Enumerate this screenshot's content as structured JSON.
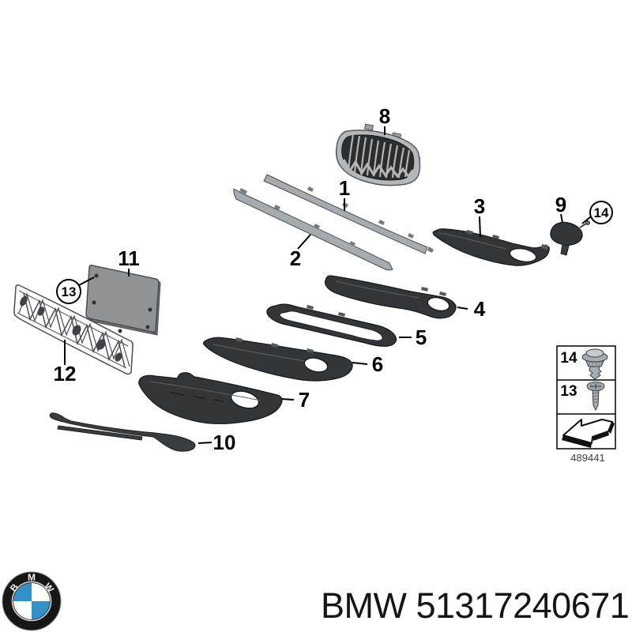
{
  "callouts": {
    "item1": "1",
    "item2": "2",
    "item3": "3",
    "item4": "4",
    "item5": "5",
    "item6": "6",
    "item7": "7",
    "item8": "8",
    "item9": "9",
    "item10": "10",
    "item11": "11",
    "item12": "12",
    "item13": "13",
    "item14": "14"
  },
  "hardware_box": {
    "row1_label": "14",
    "row2_label": "13",
    "diagram_code": "489441"
  },
  "footer": {
    "part_number": "BMW 51317240671",
    "logo_letters": {
      "b": "B",
      "m": "M",
      "w": "W"
    }
  },
  "colors": {
    "background": "#ffffff",
    "part_dark": "#333638",
    "part_light_strip": "#a6abaf",
    "grille_frame_silver": "#b4b8bb",
    "plate_gray": "#8f9396",
    "hardware_metal": "#a8adb1",
    "bmw_blue": "#3391c9",
    "part_number_text": "#151515",
    "diagram_code_text": "#3f3f3f"
  }
}
